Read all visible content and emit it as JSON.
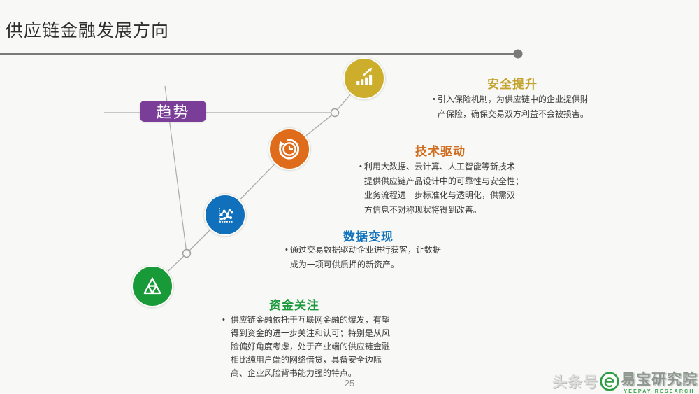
{
  "slide": {
    "title": "供应链金融发展方向",
    "page_number": "25"
  },
  "trend": {
    "label": "趋势",
    "color": "#7a3e98"
  },
  "sections": [
    {
      "id": "security",
      "title": "安全提升",
      "color": "#c3a32d",
      "icon": "growth-bar-chart-icon",
      "circle_color": "#ccae2c",
      "bullet": "•",
      "body": "引入保险机制，为供应链中的企业提供财\n产保险，确保交易双方利益不会被损害。"
    },
    {
      "id": "technology",
      "title": "技术驱动",
      "color": "#d06d1e",
      "icon": "history-clock-icon",
      "circle_color": "#df6c1b",
      "bullet": "•",
      "body": "利用大数据、云计算、人工智能等新技术\n提供供应链产品设计中的可靠性与安全性；\n业务流程进一步标准化与透明化，供需双\n方信息不对称现状将得到改善。"
    },
    {
      "id": "data",
      "title": "数据变现",
      "color": "#1273bd",
      "icon": "line-chart-icon",
      "circle_color": "#1170bc",
      "bullet": "•",
      "body": "通过交易数据驱动企业进行获客，让数据\n成为一项可供质押的新资产。"
    },
    {
      "id": "capital",
      "title": "资金关注",
      "color": "#1d9a3e",
      "icon": "triangle-icon",
      "circle_color": "#189a39",
      "bullet": "•",
      "body": "供应链金融依托于互联网金融的爆发，有望\n得到资金的进一步关注和认可；特别是从风\n险偏好角度考虑，处于产业端的供应链金融\n相比纯用户端的网络借贷，具备安全边际\n高、企业风险背书能力强的特点。"
    }
  ],
  "watermark": {
    "prefix": "头条号",
    "name": "易宝研究院",
    "caption": "YEEPAY RESEARCH"
  },
  "colors": {
    "background": "#f8f8f6",
    "divider": "#7a7a7a",
    "connector": "#ababab",
    "body_text": "#3d3d3d"
  }
}
